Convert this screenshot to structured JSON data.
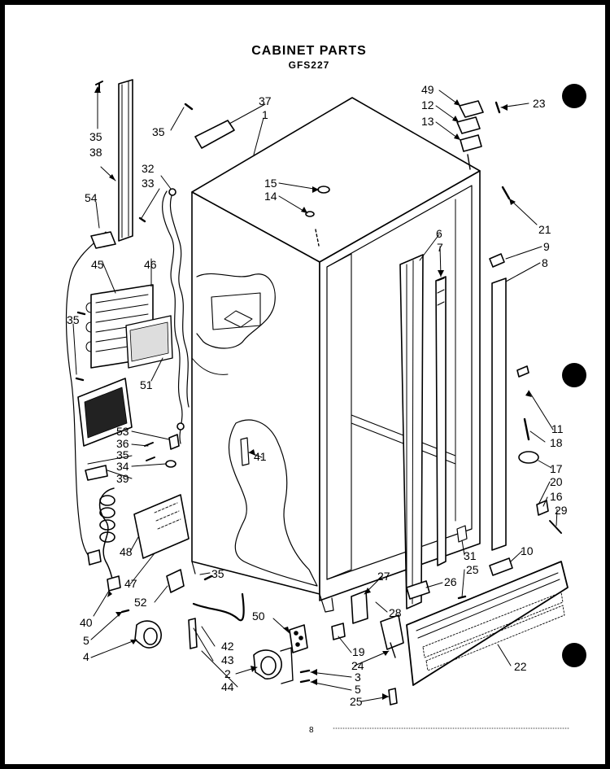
{
  "header": {
    "title": "CABINET PARTS",
    "model": "GFS227"
  },
  "footer": {
    "page_number": "8"
  },
  "callouts": [
    {
      "id": "c35a",
      "label": "35"
    },
    {
      "id": "c38",
      "label": "38"
    },
    {
      "id": "c54",
      "label": "54"
    },
    {
      "id": "c45",
      "label": "45"
    },
    {
      "id": "c46",
      "label": "46"
    },
    {
      "id": "c35b",
      "label": "35"
    },
    {
      "id": "c35c",
      "label": "35"
    },
    {
      "id": "c37",
      "label": "37"
    },
    {
      "id": "c1",
      "label": "1"
    },
    {
      "id": "c32",
      "label": "32"
    },
    {
      "id": "c33",
      "label": "33"
    },
    {
      "id": "c15",
      "label": "15"
    },
    {
      "id": "c14",
      "label": "14"
    },
    {
      "id": "c49",
      "label": "49"
    },
    {
      "id": "c12",
      "label": "12"
    },
    {
      "id": "c13",
      "label": "13"
    },
    {
      "id": "c23",
      "label": "23"
    },
    {
      "id": "c21",
      "label": "21"
    },
    {
      "id": "c9",
      "label": "9"
    },
    {
      "id": "c8",
      "label": "8"
    },
    {
      "id": "c6",
      "label": "6"
    },
    {
      "id": "c7",
      "label": "7"
    },
    {
      "id": "c51",
      "label": "51"
    },
    {
      "id": "c53",
      "label": "53"
    },
    {
      "id": "c36",
      "label": "36"
    },
    {
      "id": "c35d",
      "label": "35"
    },
    {
      "id": "c34",
      "label": "34"
    },
    {
      "id": "c39",
      "label": "39"
    },
    {
      "id": "c41",
      "label": "41"
    },
    {
      "id": "c11",
      "label": "11"
    },
    {
      "id": "c18",
      "label": "18"
    },
    {
      "id": "c17",
      "label": "17"
    },
    {
      "id": "c20",
      "label": "20"
    },
    {
      "id": "c16",
      "label": "16"
    },
    {
      "id": "c29",
      "label": "29"
    },
    {
      "id": "c48",
      "label": "48"
    },
    {
      "id": "c31",
      "label": "31"
    },
    {
      "id": "c25a",
      "label": "25"
    },
    {
      "id": "c10",
      "label": "10"
    },
    {
      "id": "c47",
      "label": "47"
    },
    {
      "id": "c52",
      "label": "52"
    },
    {
      "id": "c35e",
      "label": "35"
    },
    {
      "id": "c27",
      "label": "27"
    },
    {
      "id": "c26",
      "label": "26"
    },
    {
      "id": "c28",
      "label": "28"
    },
    {
      "id": "c40",
      "label": "40"
    },
    {
      "id": "c50",
      "label": "50"
    },
    {
      "id": "c5a",
      "label": "5"
    },
    {
      "id": "c42",
      "label": "42"
    },
    {
      "id": "c43",
      "label": "43"
    },
    {
      "id": "c19",
      "label": "19"
    },
    {
      "id": "c4",
      "label": "4"
    },
    {
      "id": "c24",
      "label": "24"
    },
    {
      "id": "c22",
      "label": "22"
    },
    {
      "id": "c2",
      "label": "2"
    },
    {
      "id": "c3",
      "label": "3"
    },
    {
      "id": "c44",
      "label": "44"
    },
    {
      "id": "c5b",
      "label": "5"
    },
    {
      "id": "c25b",
      "label": "25"
    }
  ]
}
